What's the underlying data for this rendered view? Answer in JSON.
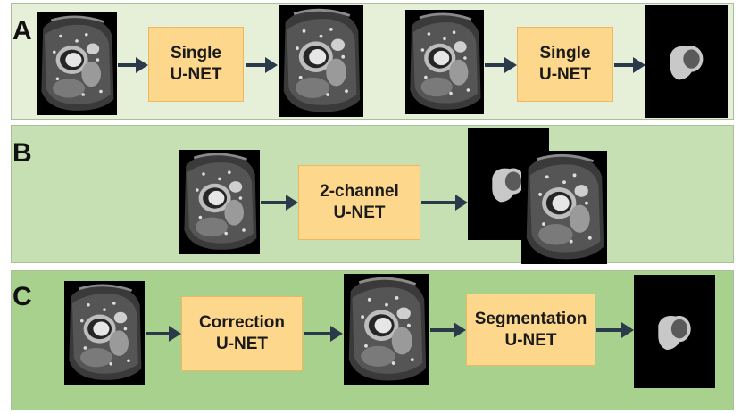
{
  "colors": {
    "panel_a_bg": "#e6f0d9",
    "panel_b_bg": "#c6e0b4",
    "panel_c_bg": "#a9d18e",
    "box_fill": "#fdd88c",
    "box_border": "#f0b660",
    "arrow": "#2b3a4a",
    "image_bg": "#000000",
    "mask_gray": "#c8c8c8",
    "mask_dark": "#5a5a5a"
  },
  "panels": {
    "a": {
      "label": "A",
      "box1": {
        "line1": "Single",
        "line2": "U-NET"
      },
      "box2": {
        "line1": "Single",
        "line2": "U-NET"
      }
    },
    "b": {
      "label": "B",
      "box1": {
        "line1": "2-channel",
        "line2": "U-NET"
      }
    },
    "c": {
      "label": "C",
      "box1": {
        "line1": "Correction",
        "line2": "U-NET"
      },
      "box2": {
        "line1": "Segmentation",
        "line2": "U-NET"
      }
    }
  }
}
